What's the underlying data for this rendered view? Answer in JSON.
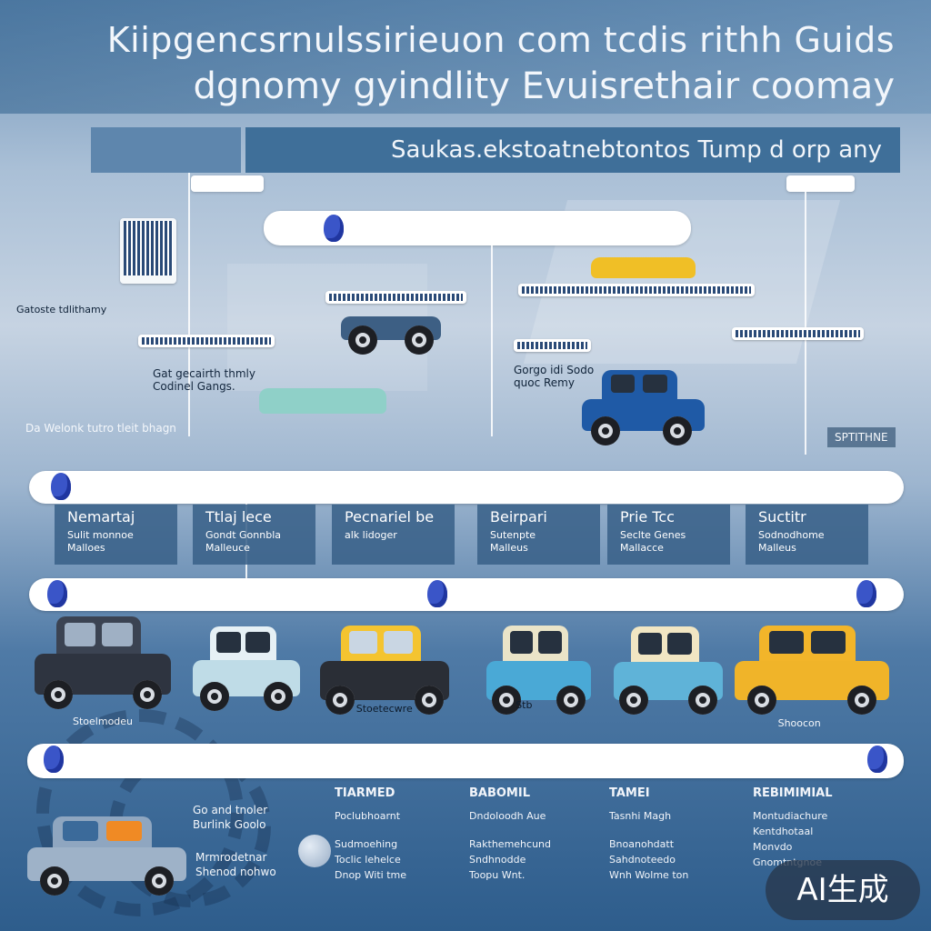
{
  "header": {
    "line1": "Kiipgencsrnulssirieuon com tcdis rithh Guids",
    "line2": "dgnomy gyindlity  Evuisrethair coomay",
    "subtitle": "Saukas.ekstoatnebtontos Tump d orp any"
  },
  "timeline_notes": {
    "left_badge": "Gatoste tdlithamy",
    "note_a": "Gat gecairth thmly Codinel Gangs.",
    "note_b": "Da Welonk tutro tleit bhagn",
    "note_c": "Gorgo idi Sodo quoc Remy",
    "note_d": "SPTITHNE"
  },
  "tabs": [
    {
      "title": "Nemartaj",
      "line1": "Sulit monnoe",
      "line2": "Malloes"
    },
    {
      "title": "Ttlaj lece",
      "line1": "Gondt Gonnbla",
      "line2": "Malleuce"
    },
    {
      "title": "Pecnariel be",
      "line1": "alk lidoger",
      "line2": ""
    },
    {
      "title": "Beirpari",
      "line1": "Sutenpte",
      "line2": "Malleus"
    },
    {
      "title": "Prie Tcc",
      "line1": "Seclte Genes",
      "line2": "Mallacce"
    },
    {
      "title": "Suctitr",
      "line1": "Sodnodhome",
      "line2": "Malleus"
    }
  ],
  "cars": [
    {
      "label": "Stoelmodeu"
    },
    {
      "label": ""
    },
    {
      "label": "Stoetecwre"
    },
    {
      "label": "Stb"
    },
    {
      "label": ""
    },
    {
      "label": "Shoocon"
    }
  ],
  "bottom_columns": [
    {
      "heading": "TIARMED",
      "l1": "Poclubhoarnt",
      "l2": "Sudmoehing",
      "l3": "Toclic lehelce",
      "l4": "Dnop Witi tme"
    },
    {
      "heading": "BABOMIL",
      "l1": "Dndoloodh Aue",
      "l2": "Rakthemehcund",
      "l3": "Sndhnodde",
      "l4": "Toopu Wnt."
    },
    {
      "heading": "TAMEI",
      "l1": "Tasnhi Magh",
      "l2": "Bnoanohdatt",
      "l3": "Sahdnoteedo",
      "l4": "Wnh Wolme ton"
    },
    {
      "heading": "REBIMIMIAL",
      "l1": "Montudiachure",
      "l2": "Kentdhotaal",
      "l3": "Monvdo",
      "l4": "Gnomtntgnoe"
    }
  ],
  "bottom_left": {
    "l1": "Go and tnoler",
    "l2": "Burlink Goolo",
    "l3": "Mrmrodetnar",
    "l4": "Shenod nohwo"
  },
  "badge": "AI生成",
  "colors": {
    "accent_dot": "#3a55c8",
    "taxi_yellow": "#f4c430",
    "panel_blue": "#3f6f99"
  }
}
